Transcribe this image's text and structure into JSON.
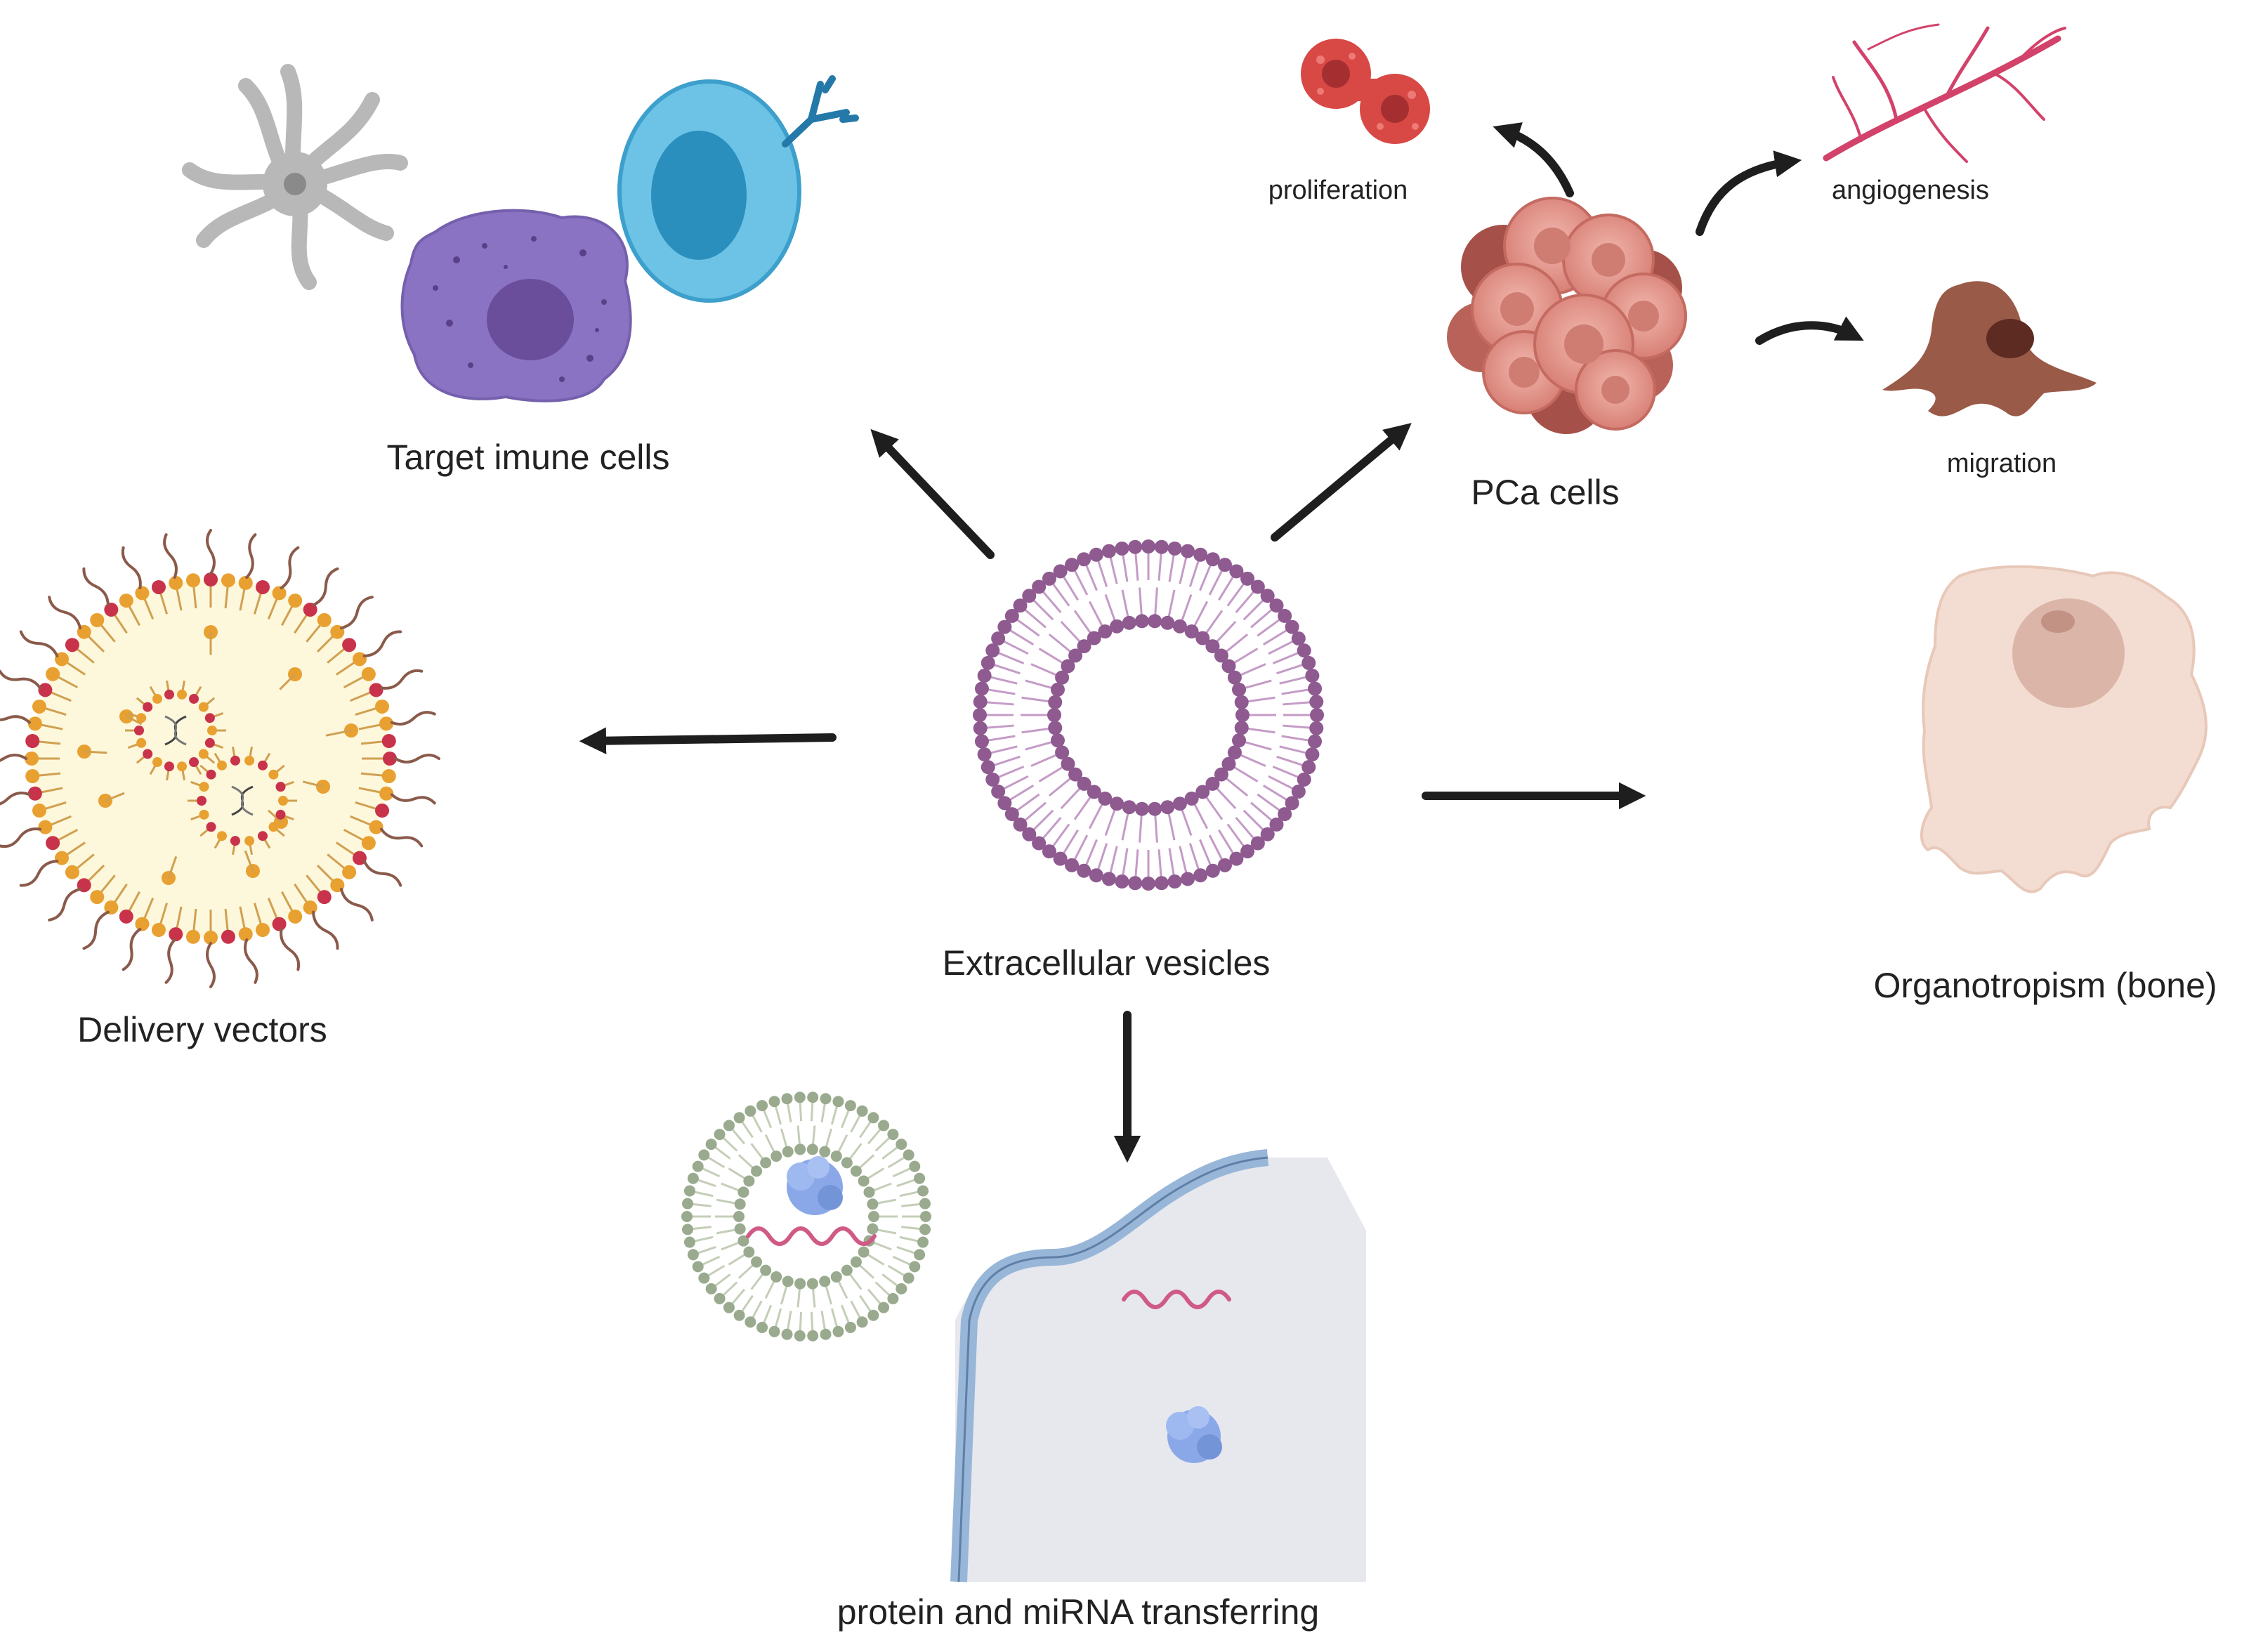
{
  "labels": {
    "center": "Extracellular vesicles",
    "immune": "Target imune cells",
    "pca": "PCa cells",
    "proliferation": "proliferation",
    "angiogenesis": "angiogenesis",
    "migration": "migration",
    "delivery": "Delivery vectors",
    "organotropism": "Organotropism (bone)",
    "transfer": "protein and miRNA transferring"
  },
  "colors": {
    "vesicle": "#8e5a90",
    "vesicle_tail": "#c49bc6",
    "arrow": "#1e1e1e",
    "macrophage": "#8b73c4",
    "macrophage_nucleus": "#6a4e9c",
    "lymphocyte": "#6cc3e6",
    "lymphocyte_nucleus": "#2b8fbd",
    "antibody": "#2479a8",
    "dendritic": "#b8b8b8",
    "tumor": "#e3958c",
    "tumor_dark": "#a55048",
    "prolif": "#d84845",
    "vessel": "#d2426a",
    "migration_cell": "#9a5a48",
    "osteo": "#f3ddd2",
    "osteo_nucleus": "#dbb5a8",
    "lnp_head_red": "#c8324a",
    "lnp_head_orange": "#e8a030",
    "lnp_tail": "#8a5a4a",
    "lnp_core": "#fdf7dc",
    "small_ev": "#9aaa8e",
    "protein": "#8aa8e8",
    "mirna": "#d05a86",
    "recipient_cell": "#e6e8ee",
    "recipient_membrane": "#98b6d8"
  },
  "icons": [
    "dendritic-cell-icon",
    "macrophage-icon",
    "lymphocyte-icon",
    "antibody-icon",
    "tumor-cluster-icon",
    "dividing-cell-icon",
    "blood-vessel-icon",
    "migrating-cell-icon",
    "osteoclast-icon",
    "lipid-nanoparticle-icon",
    "dna-helix-icon",
    "small-vesicle-icon",
    "protein-icon",
    "mirna-icon",
    "recipient-cell-icon"
  ]
}
